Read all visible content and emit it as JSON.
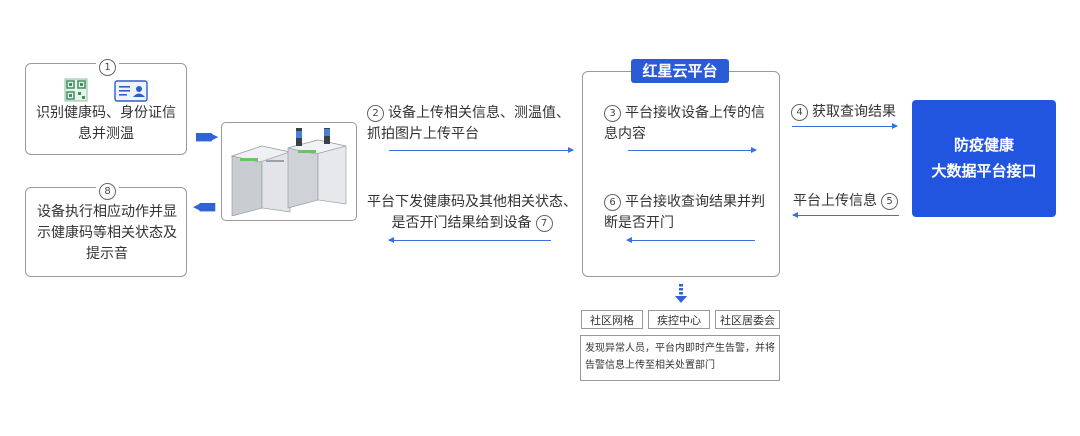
{
  "steps": {
    "s1": {
      "num": "1",
      "text": "识别健康码、身份证信息并测温"
    },
    "s2": {
      "num": "2",
      "text": "设备上传相关信息、测温值、抓拍图片上传平台"
    },
    "s3": {
      "num": "3",
      "text": "平台接收设备上传的信息内容"
    },
    "s4": {
      "num": "4",
      "text": "获取查询结果"
    },
    "s5": {
      "num": "5",
      "text": "平台上传信息"
    },
    "s6": {
      "num": "6",
      "text": "平台接收查询结果并判断是否开门"
    },
    "s7": {
      "num": "7",
      "text": "平台下发健康码及其他相关状态、是否开门结果给到设备"
    },
    "s8": {
      "num": "8",
      "text": "设备执行相应动作并显示健康码等相关状态及提示音"
    }
  },
  "platform": {
    "title": "红星云平台"
  },
  "bigdata": {
    "line1": "防疫健康",
    "line2": "大数据平台接口"
  },
  "tags": [
    "社区网格",
    "疾控中心",
    "社区居委会"
  ],
  "alert": "发现异常人员，平台内即时产生告警，并将告警信息上传至相关处置部门",
  "colors": {
    "accent": "#2155e0",
    "line": "#3a6fe0"
  }
}
